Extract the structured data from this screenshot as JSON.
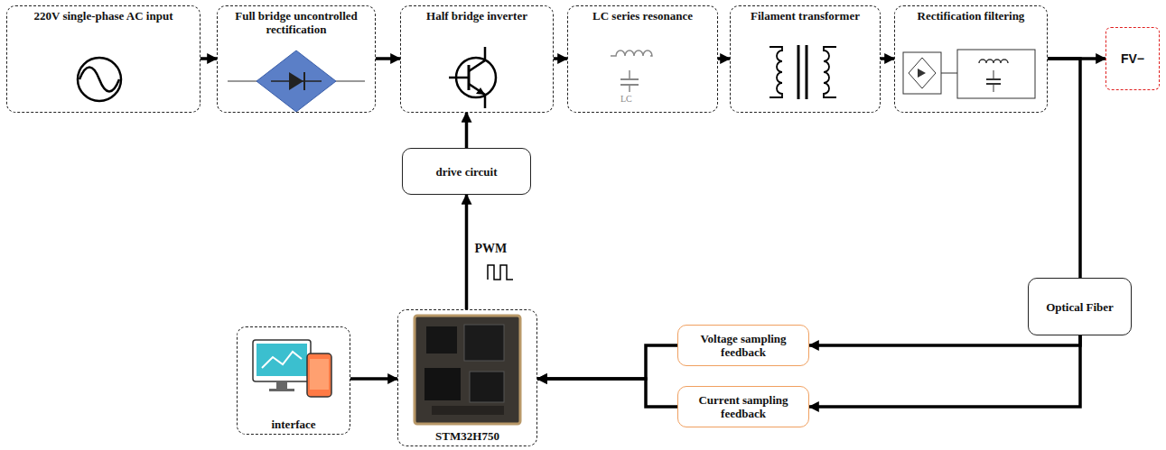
{
  "diagram": {
    "nodes": [
      {
        "text": [
          "220V single-phase AC input"
        ]
      },
      {
        "text": [
          "Full bridge uncontrolled rectification"
        ]
      },
      {
        "text": [
          "Half bridge inverter"
        ]
      },
      {
        "text": [
          "LC series resonance"
        ]
      },
      {
        "text": [
          "Filament transformer"
        ]
      },
      {
        "text": [
          "Rectification filtering"
        ]
      },
      {
        "text": [
          "FV−"
        ]
      },
      {
        "text": [
          "drive circuit"
        ]
      },
      {
        "text": [
          "Optical Fiber"
        ]
      },
      {
        "text": [
          "interface"
        ]
      },
      {
        "text": [
          "STM32H750"
        ]
      },
      {
        "text": [
          "Voltage sampling feedback"
        ]
      },
      {
        "text": [
          "Current sampling feedback"
        ]
      }
    ],
    "edges": [
      {
        "from": 0,
        "to": 1,
        "arrow": "to"
      },
      {
        "from": 1,
        "to": 2,
        "arrow": "to"
      },
      {
        "from": 2,
        "to": 3,
        "arrow": "to"
      },
      {
        "from": 3,
        "to": 4,
        "arrow": "to"
      },
      {
        "from": 4,
        "to": 5,
        "arrow": "to"
      },
      {
        "from": 5,
        "to": 6,
        "arrow": "to"
      },
      {
        "from": 7,
        "to": 2,
        "arrow": "to"
      },
      {
        "from": 10,
        "to": 7,
        "label": "PWM",
        "arrow": "to"
      },
      {
        "from": 9,
        "to": 10,
        "arrow": "to"
      },
      {
        "from": 5,
        "to": 8,
        "arrow": "none"
      },
      {
        "from": 8,
        "to": 11,
        "arrow": "to"
      },
      {
        "from": 8,
        "to": 12,
        "arrow": "to"
      },
      {
        "from": 11,
        "to": 10,
        "arrow": "to"
      },
      {
        "from": 12,
        "to": 10,
        "arrow": "to"
      }
    ],
    "labels": [
      "LC"
    ]
  }
}
